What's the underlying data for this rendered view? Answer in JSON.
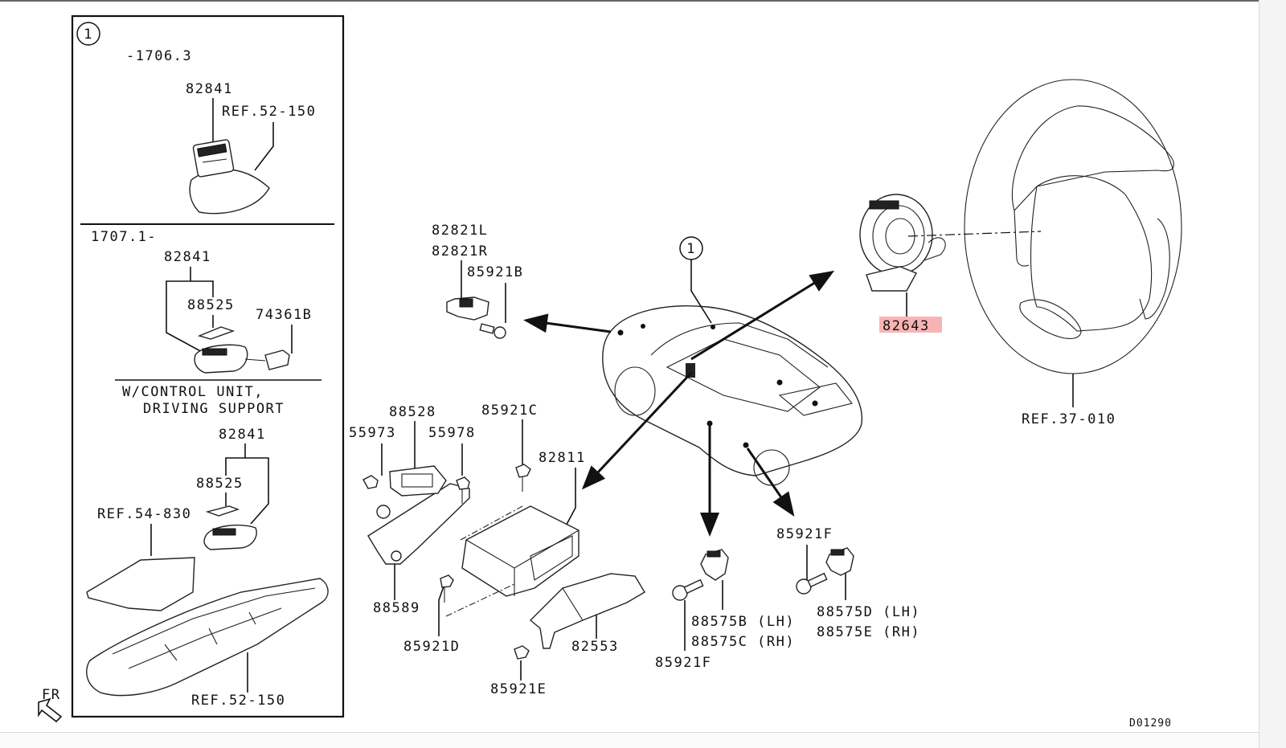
{
  "diagram": {
    "figure_code": "D01290",
    "highlight_color": "#f8b4b4",
    "front_indicator": "FR",
    "inset": {
      "callout": "1",
      "sections": [
        {
          "range": "-1706.3",
          "labels": [
            "82841",
            "REF.52-150"
          ]
        },
        {
          "range": "1707.1-",
          "labels": [
            "82841",
            "88525",
            "74361B"
          ]
        },
        {
          "condition_line1": "W/CONTROL UNIT,",
          "condition_line2": "DRIVING SUPPORT",
          "labels": [
            "82841",
            "88525",
            "REF.54-830",
            "REF.52-150"
          ]
        }
      ]
    },
    "main": {
      "vehicle_callout": "1",
      "side_sensor": [
        "82821L",
        "82821R",
        "85921B"
      ],
      "control_unit_group": [
        "88528",
        "55973",
        "55978",
        "85921C",
        "82811",
        "88589",
        "85921D",
        "82553",
        "85921E"
      ],
      "rear_sensor_left": [
        "85921F",
        "88575B (LH)",
        "88575C (RH)"
      ],
      "rear_sensor_right": [
        "85921F",
        "88575D (LH)",
        "88575E (RH)"
      ],
      "clock_spring": {
        "part_number": "82643",
        "highlighted": true
      },
      "steering_wheel_ref": "REF.37-010"
    }
  }
}
